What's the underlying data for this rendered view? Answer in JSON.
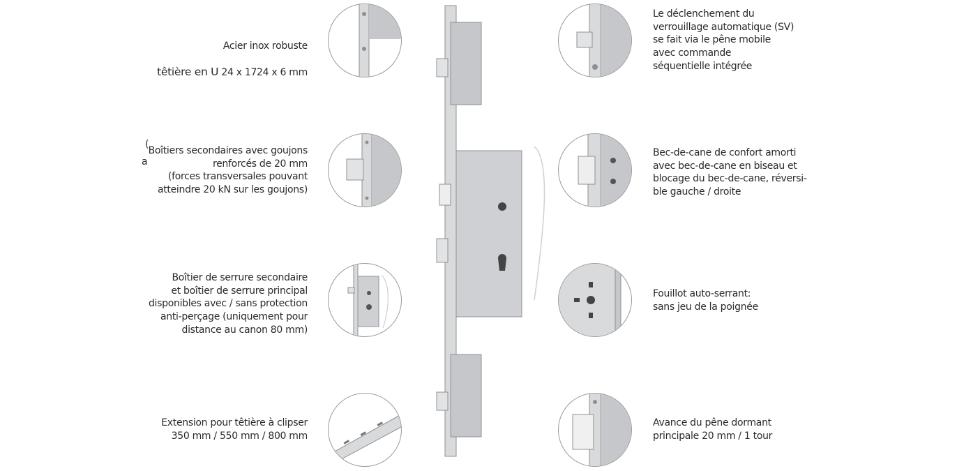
{
  "left_labels": [
    {
      "line1": "Acier inox robuste",
      "line2_prefix": "têtière en U",
      "line2_suffix": " 24 x 1724 x 6 mm"
    },
    {
      "text": "Boîtiers secondaires avec goujons\nrenforcés de 20 mm\n(forces transversales pouvant\natteindre 20 kN sur les goujons)"
    },
    {
      "text": "Boîtier de serrure secondaire\net boîtier de serrure principal\ndisponibles avec / sans protection\nanti-perçage (uniquement pour\ndistance au canon 80 mm)"
    },
    {
      "text": "Extension pour têtière à clipser\n350 mm / 550 mm / 800 mm"
    }
  ],
  "right_labels": [
    {
      "text": "Le déclenchement du\nverrouillage automatique (SV)\nse fait via le pêne mobile\navec commande\nséquentielle intégrée"
    },
    {
      "text": "Bec-de-cane de confort amorti\navec bec-de-cane en biseau et\nblocage du bec-de-cane, réversi-\nble gauche / droite"
    },
    {
      "text": "Fouillot auto-serrant:\nsans jeu de la poignée"
    },
    {
      "text": "Avance du pêne dormant\nprincipale 20 mm / 1 tour"
    }
  ],
  "stray_marks": {
    "bracket": "(",
    "letter": "a"
  },
  "icons": [
    "faceplate-detail-icon",
    "bolt-detail-icon",
    "lockcase-detail-icon",
    "extension-clip-icon",
    "trigger-latch-icon",
    "latch-bolt-icon",
    "follower-icon",
    "deadbolt-icon",
    "multipoint-lock-icon"
  ],
  "colors": {
    "steel_light": "#d9dadc",
    "steel_mid": "#b9bbbe",
    "steel_dark": "#8e9094",
    "text": "#2a2a2a",
    "circle_border": "#9a9a9a"
  }
}
